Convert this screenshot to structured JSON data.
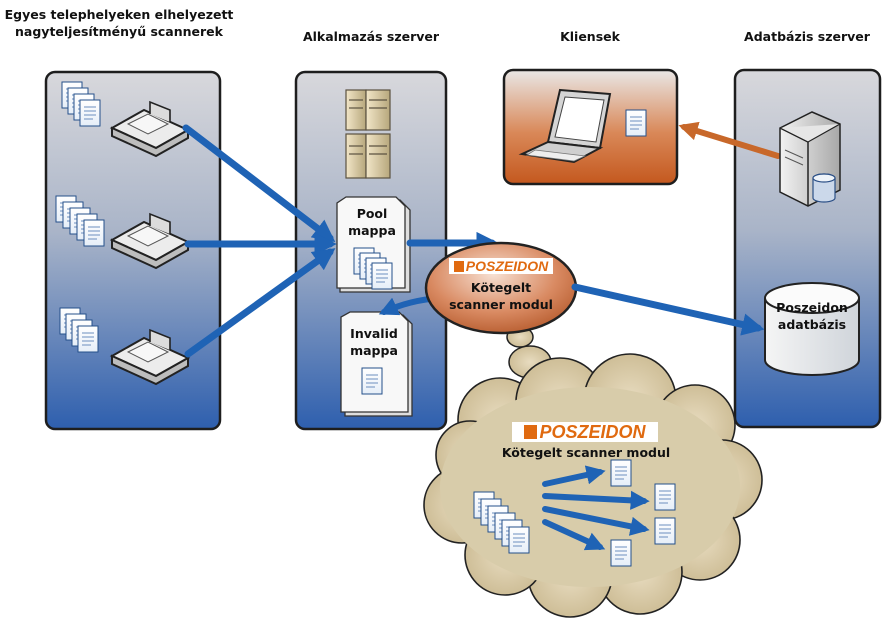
{
  "columns": {
    "scanners": "Egyes telephelyeken elhelyezett nagyteljesítményű scannerek",
    "app_server": "Alkalmazás szerver",
    "clients": "Kliensek",
    "db_server": "Adatbázis szerver"
  },
  "folders": {
    "pool": "Pool mappa",
    "invalid": "Invalid mappa"
  },
  "module": {
    "logo": "POSZEIDON",
    "label": "Kötegelt scanner modul"
  },
  "database": {
    "label": "Poszeidon adatbázis"
  },
  "cloud": {
    "logo": "POSZEIDON",
    "label": "Kötegelt scanner modul"
  },
  "colors": {
    "arrow_blue": "#1f63b5",
    "arrow_orange": "#c8682a",
    "logo_orange": "#e06a10"
  }
}
